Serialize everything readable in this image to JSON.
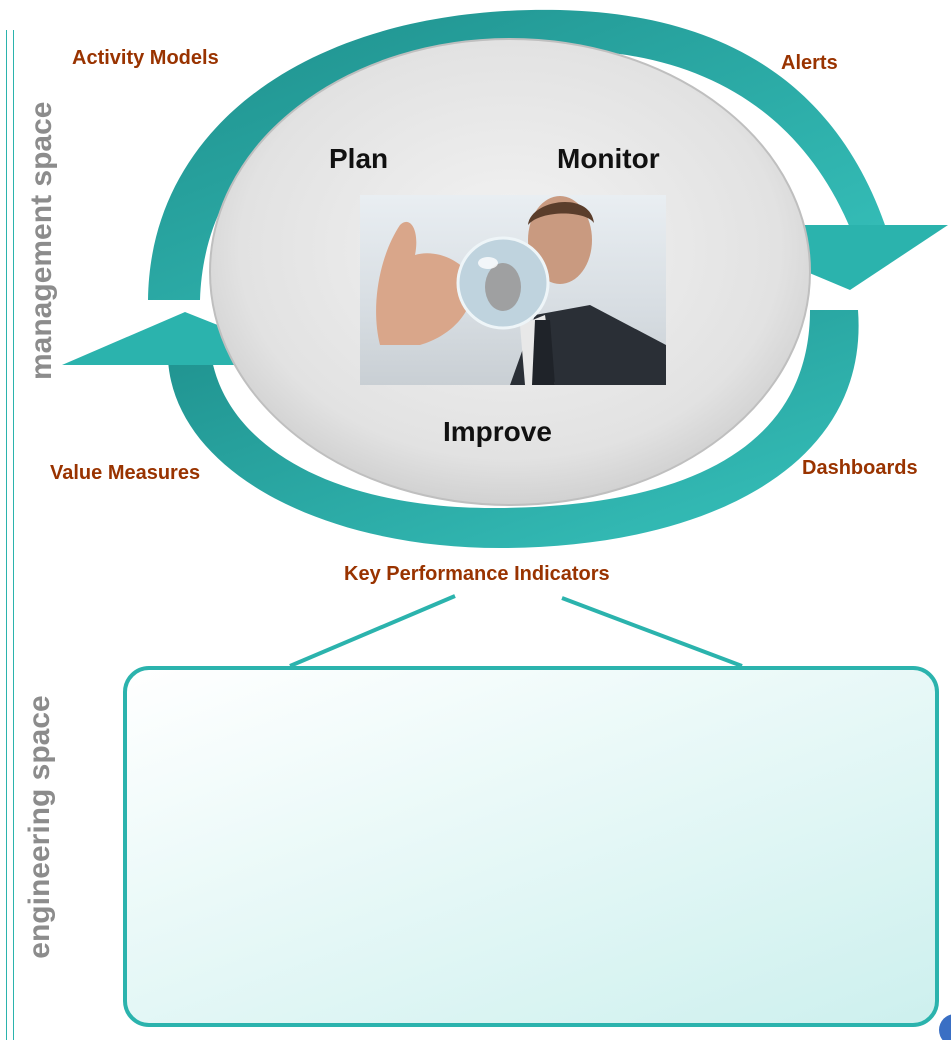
{
  "side_labels": {
    "management": "management space",
    "engineering": "engineering space"
  },
  "cycle": {
    "plan": "Plan",
    "monitor": "Monitor",
    "improve": "Improve"
  },
  "annotations": {
    "activity_models": "Activity Models",
    "alerts": "Alerts",
    "dashboards": "Dashboards",
    "value_measures": "Value Measures",
    "kpi": "Key Performance Indicators"
  },
  "colors": {
    "teal": "#2bb3ad",
    "teal_dark": "#1e8f8c",
    "brown_text": "#993300",
    "ellipse_fill": "#e4e4e4"
  },
  "photo": {
    "subject": "man-holding-crystal-ball"
  }
}
